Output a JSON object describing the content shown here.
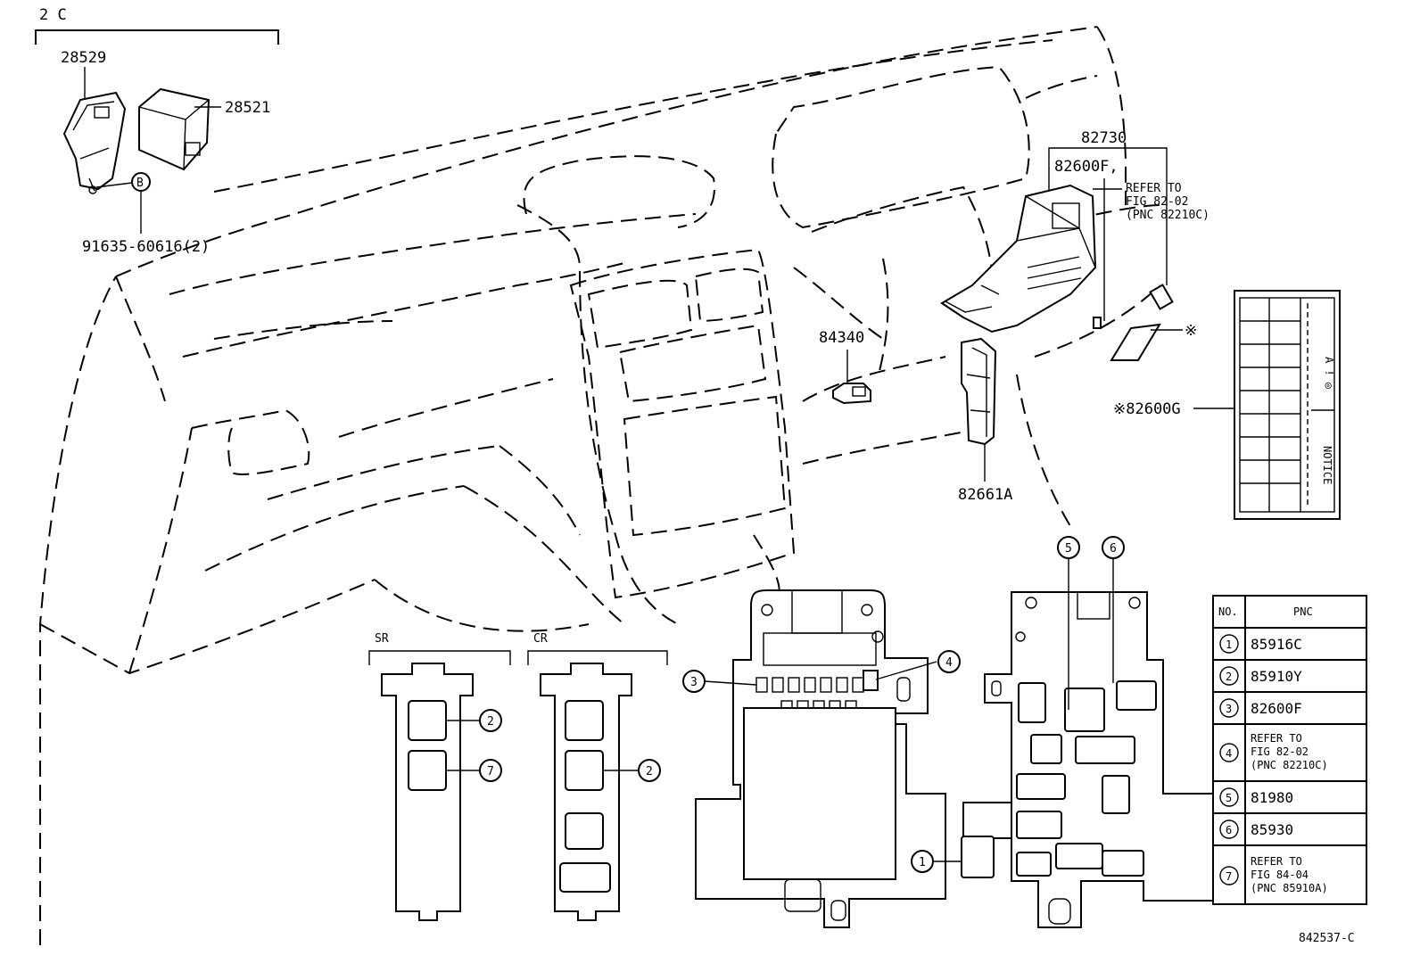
{
  "header": {
    "group_label": "2 C"
  },
  "parts": {
    "p28529": "28529",
    "p28521": "28521",
    "bolt_marker": "B",
    "p91635": "91635-60616(2)",
    "p82730": "82730",
    "p82600f": "82600F,",
    "refer_top": [
      "REFER TO",
      "FIG 82-02",
      "(PNC 82210C)"
    ],
    "p84340": "84340",
    "p82661a": "82661A",
    "p82600g": "※82600G",
    "mark_only": "※",
    "label_notice_text": [
      "A ! ◎",
      "NOTICE"
    ]
  },
  "variants": {
    "left": "SR",
    "right": "CR"
  },
  "callouts": [
    "1",
    "2",
    "2",
    "3",
    "4",
    "5",
    "6",
    "7"
  ],
  "table": {
    "header": {
      "no": "NO.",
      "pnc": "PNC"
    },
    "rows": [
      {
        "no": "1",
        "pnc": [
          "85916C"
        ]
      },
      {
        "no": "2",
        "pnc": [
          "85910Y"
        ]
      },
      {
        "no": "3",
        "pnc": [
          "82600F"
        ]
      },
      {
        "no": "4",
        "pnc": [
          "REFER TO",
          "FIG 82-02",
          "(PNC 82210C)"
        ]
      },
      {
        "no": "5",
        "pnc": [
          "81980"
        ]
      },
      {
        "no": "6",
        "pnc": [
          "85930"
        ]
      },
      {
        "no": "7",
        "pnc": [
          "REFER TO",
          "FIG 84-04",
          "(PNC 85910A)"
        ]
      }
    ]
  },
  "footer": {
    "figure_code": "842537-C"
  }
}
